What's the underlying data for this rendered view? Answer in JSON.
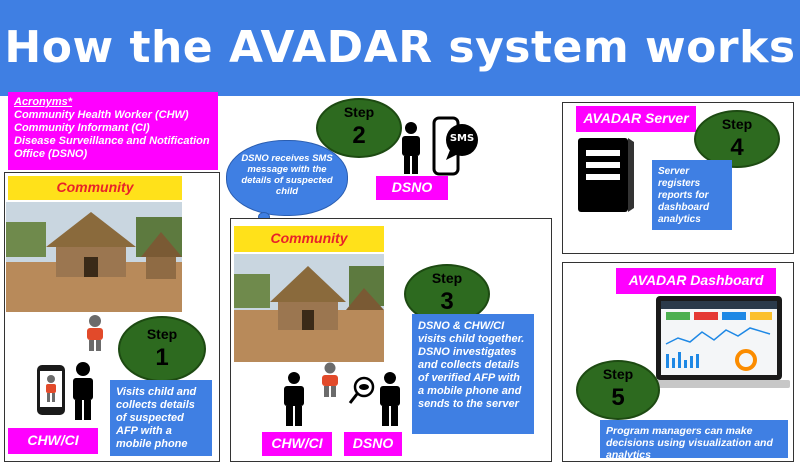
{
  "title": "How the AVADAR system works",
  "acronyms": {
    "heading": "Acronyms*",
    "lines": [
      "Community Health Worker (CHW)",
      "Community Informant (CI)",
      "Disease Surveillance and Notification",
      "Office (DSNO)"
    ]
  },
  "panel_community_left": {
    "label": "Community",
    "step_word": "Step",
    "step_num": "1",
    "description": "Visits child and collects details of suspected AFP with a mobile phone",
    "role_label": "CHW/CI"
  },
  "panel_sms": {
    "step_word": "Step",
    "step_num": "2",
    "sms_text": "SMS",
    "role_label": "DSNO",
    "cloud_text": "DSNO receives SMS message with the details of suspected child"
  },
  "panel_community_mid": {
    "label": "Community",
    "step_word": "Step",
    "step_num": "3",
    "description": "DSNO & CHW/CI visits child together. DSNO investigates and collects details of verified AFP with a mobile phone and sends to the server",
    "role_label_1": "CHW/CI",
    "role_label_2": "DSNO"
  },
  "panel_server": {
    "label": "AVADAR Server",
    "step_word": "Step",
    "step_num": "4",
    "description": "Server registers reports for dashboard analytics"
  },
  "panel_dashboard": {
    "label": "AVADAR Dashboard",
    "step_word": "Step",
    "step_num": "5",
    "description": "Program managers can make decisions using visualization and analytics"
  },
  "colors": {
    "header_blue": "#3f7fe3",
    "magenta": "#ff00ff",
    "yellow": "#ffe11a",
    "step_green": "#2d6a1f",
    "label_red": "#e8222a"
  }
}
